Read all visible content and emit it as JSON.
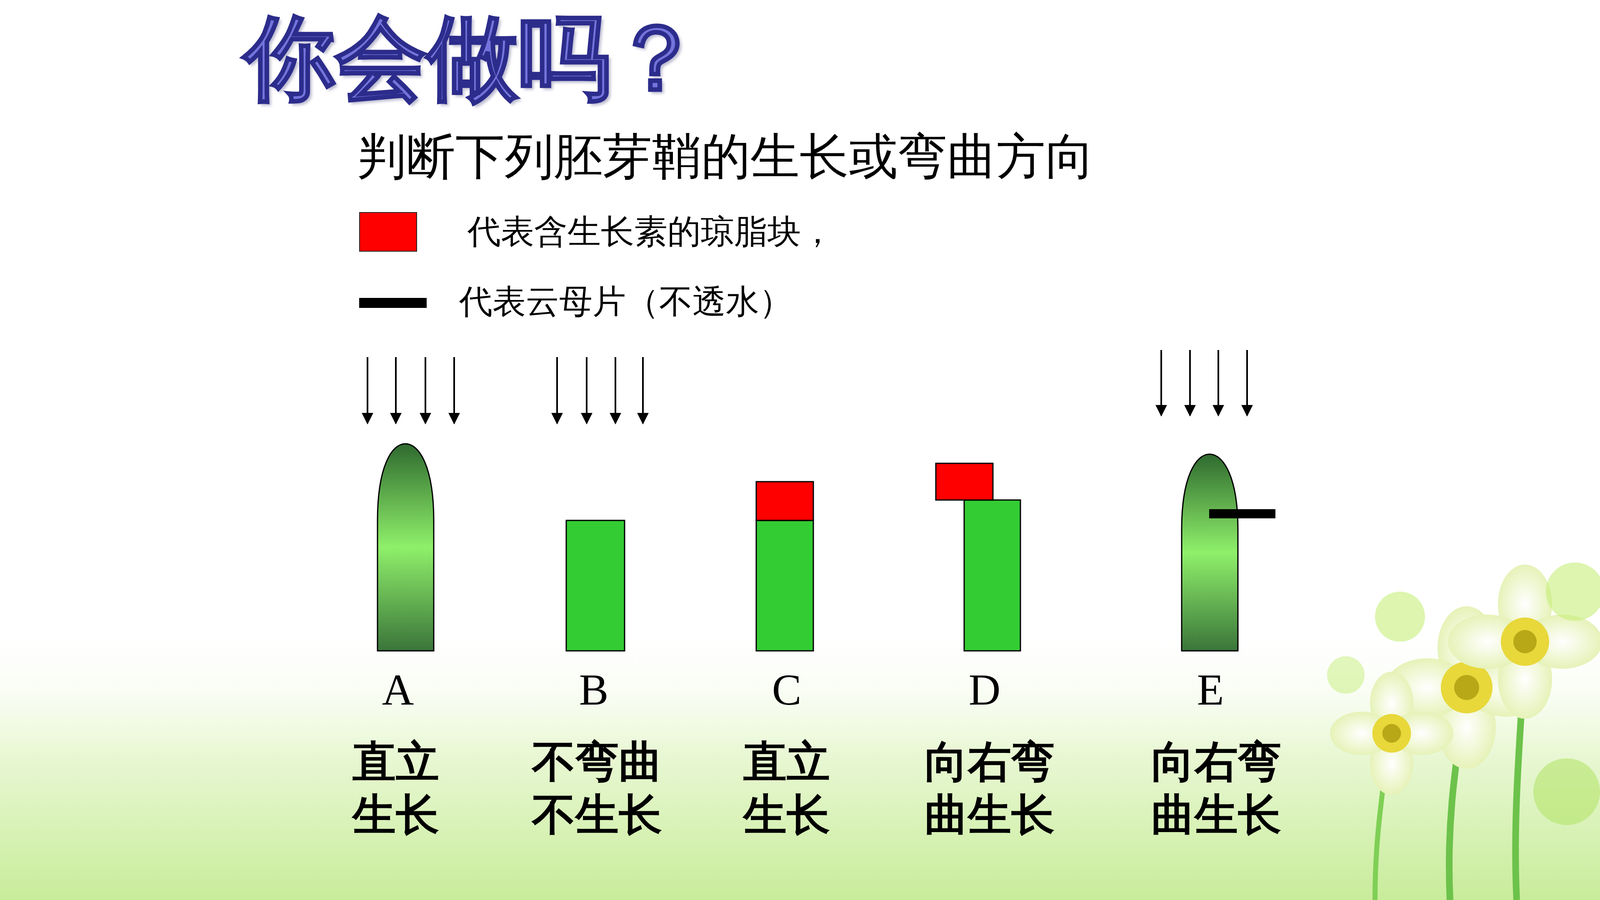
{
  "diagram": {
    "title": "你会做吗？",
    "labels": [
      "判断下列胚芽鞘的生长或弯曲方向",
      "A",
      "直立 生长",
      "B",
      "不弯曲 不生长",
      "C",
      "直立 生长",
      "D",
      "向右弯 曲生长",
      "E",
      "向右弯 曲生长"
    ],
    "legend": [
      {
        "text": "代表含生长素的琼脂块，",
        "color": "#ff0000"
      },
      {
        "text": "代表云母片（不透水）"
      }
    ]
  }
}
